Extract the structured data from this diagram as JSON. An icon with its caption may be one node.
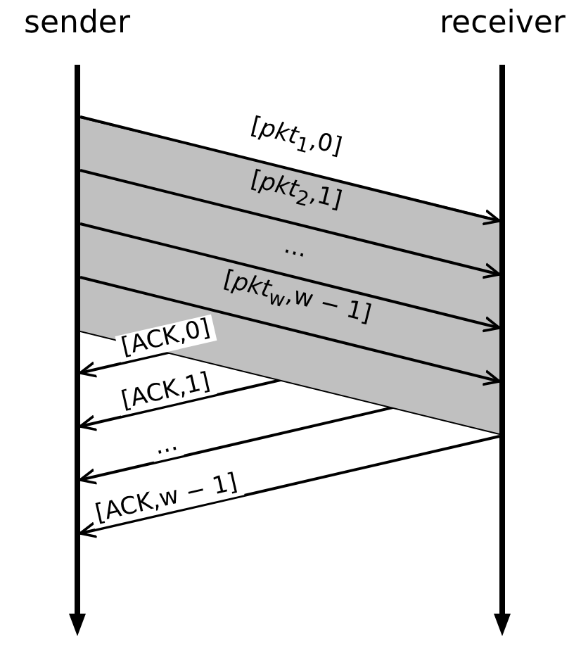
{
  "diagram": {
    "nodes": [
      {
        "text": [
          "sender"
        ]
      },
      {
        "text": [
          "receiver"
        ]
      }
    ],
    "edges": [
      {
        "from": 0,
        "to": 1,
        "arrow": "to",
        "label": "[*pkt*$_{1}$,0]"
      },
      {
        "from": 0,
        "to": 1,
        "arrow": "to",
        "label": "[*pkt*$_{2}$,1]"
      },
      {
        "from": 0,
        "to": 1,
        "arrow": "to",
        "label": "..."
      },
      {
        "from": 0,
        "to": 1,
        "arrow": "to",
        "label": "[*pkt*$_{w}$,w − 1]"
      },
      {
        "from": 1,
        "to": 0,
        "arrow": "to",
        "label": "[ACK,0]"
      },
      {
        "from": 1,
        "to": 0,
        "arrow": "to",
        "label": "[ACK,1]"
      },
      {
        "from": 1,
        "to": 0,
        "arrow": "to",
        "label": "..."
      },
      {
        "from": 1,
        "to": 0,
        "arrow": "to",
        "label": "[ACK,w − 1]"
      }
    ]
  }
}
